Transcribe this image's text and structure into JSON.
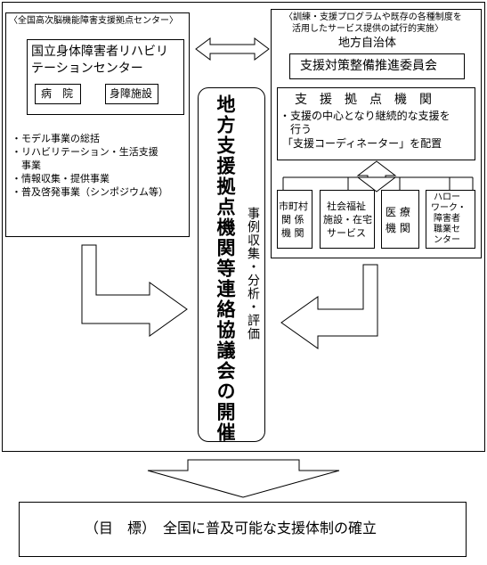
{
  "left_org": {
    "header": "〈全国高次脳機能障害支援拠点センター〉",
    "center_name_line1": "国立身体障害者リハビリ",
    "center_name_line2": "テーションセンター",
    "byouin": "病　院",
    "shinsho": "身障施設",
    "tasks": [
      "・モデル事業の総括",
      "・リハビリテーション・生活支援",
      "　事業",
      "・情報収集・提供事業",
      "・普及啓発事業（シンポジウム等）"
    ]
  },
  "right_org": {
    "header_line1": "〈訓練・支援プログラムや既存の各種制度を",
    "header_line2": "活用したサービス提供の試行的実施〉",
    "local_gov": "地方自治体",
    "committee": "支援対策整備推進委員会",
    "hub_title": "支　援　拠　点　機　関",
    "hub_desc_line1": "・支援の中心となり継続的な支援を",
    "hub_desc_line2": "　行う",
    "hub_desc_line3": "「支援コーディネーター」を配置",
    "partners": [
      {
        "line1": "市町村",
        "line2": "関 係",
        "line3": "機 関"
      },
      {
        "line1": "社会福祉",
        "line2": "施設・在宅",
        "line3": "サービス"
      },
      {
        "line1": "医 療",
        "line2": "機 関",
        "line3": ""
      },
      {
        "line1": "ハロー",
        "line2": "ワーク・",
        "line3": "障害者",
        "line4": "職業セ",
        "line5": "ンター"
      }
    ]
  },
  "center_council": {
    "title": "地方支援拠点機関等連絡協議会の開催",
    "subtitle": "事例収集・分析・評価"
  },
  "goal": {
    "text": "（目　標）　全国に普及可能な支援体制の確立"
  }
}
